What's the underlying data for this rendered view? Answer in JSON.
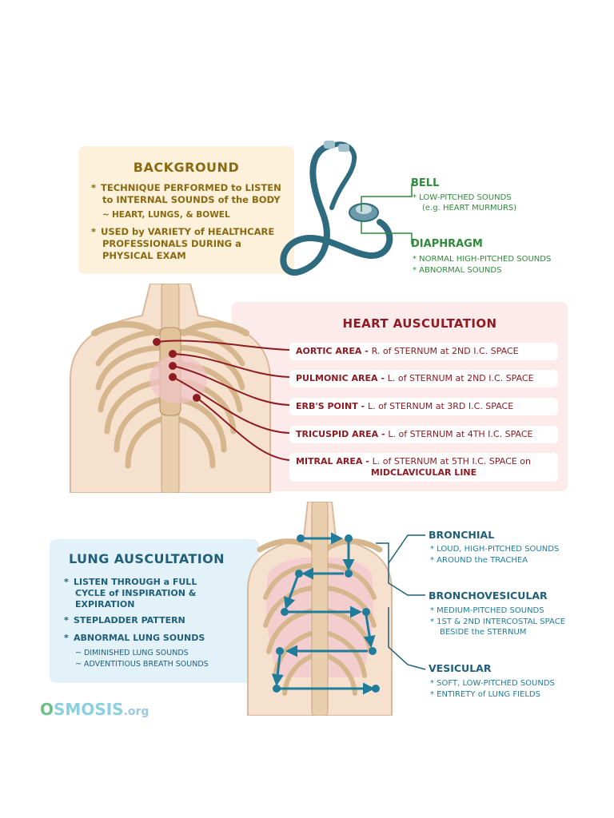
{
  "background": {
    "title": "BACKGROUND",
    "items": [
      {
        "star": "*",
        "text": "TECHNIQUE PERFORMED to LISTEN to INTERNAL SOUNDS of the BODY"
      },
      {
        "star": "~",
        "text": "HEART, LUNGS, & BOWEL"
      },
      {
        "star": "*",
        "text": "USED by VARIETY of HEALTHCARE PROFESSIONALS DURING a PHYSICAL EXAM"
      }
    ]
  },
  "stethoscope": {
    "bell": {
      "title": "BELL",
      "items": [
        "* LOW-PITCHED SOUNDS",
        "(e.g. HEART MURMURS)"
      ]
    },
    "diaphragm": {
      "title": "DIAPHRAGM",
      "items": [
        "* NORMAL HIGH-PITCHED SOUNDS",
        "* ABNORMAL SOUNDS"
      ]
    },
    "colors": {
      "tube": "#2f6b7e",
      "chest": "#6c9aa8"
    }
  },
  "heart": {
    "title": "HEART AUSCULTATION",
    "areas": [
      {
        "name": "AORTIC AREA",
        "sep": " - ",
        "desc": "R. of STERNUM at 2ND I.C. SPACE"
      },
      {
        "name": "PULMONIC AREA",
        "sep": " - ",
        "desc": "L. of STERNUM at 2ND I.C. SPACE"
      },
      {
        "name": "ERB'S POINT",
        "sep": " - ",
        "desc": "L. of STERNUM at 3RD I.C. SPACE"
      },
      {
        "name": "TRICUSPID AREA",
        "sep": " - ",
        "desc": "L. of STERNUM at 4TH I.C. SPACE"
      },
      {
        "name": "MITRAL AREA",
        "sep": " - ",
        "desc": "L. of STERNUM at 5TH I.C. SPACE on",
        "desc2": "MIDCLAVICULAR LINE"
      }
    ],
    "color": "#8e1b22"
  },
  "lung": {
    "title": "LUNG AUSCULTATION",
    "items": [
      {
        "star": "*",
        "text": "LISTEN THROUGH a FULL CYCLE of INSPIRATION & EXPIRATION"
      },
      {
        "star": "*",
        "text": "STEPLADDER PATTERN"
      },
      {
        "star": "*",
        "text": "ABNORMAL LUNG SOUNDS"
      }
    ],
    "subs": [
      "~ DIMINISHED LUNG SOUNDS",
      "~ ADVENTITIOUS BREATH SOUNDS"
    ],
    "sounds": [
      {
        "title": "BRONCHIAL",
        "items": [
          "* LOUD, HIGH-PITCHED SOUNDS",
          "* AROUND the TRACHEA"
        ]
      },
      {
        "title": "BRONCHOVESICULAR",
        "items": [
          "* MEDIUM-PITCHED SOUNDS",
          "* 1ST & 2ND INTERCOSTAL SPACE",
          "BESIDE the STERNUM"
        ]
      },
      {
        "title": "VESICULAR",
        "items": [
          "* SOFT, LOW-PITCHED SOUNDS",
          "* ENTIRETY of LUNG FIELDS"
        ]
      }
    ],
    "color": "#1f7c9a"
  },
  "logo": {
    "prefix": "O",
    "name": "SMOSIS",
    "suffix": ".org"
  }
}
